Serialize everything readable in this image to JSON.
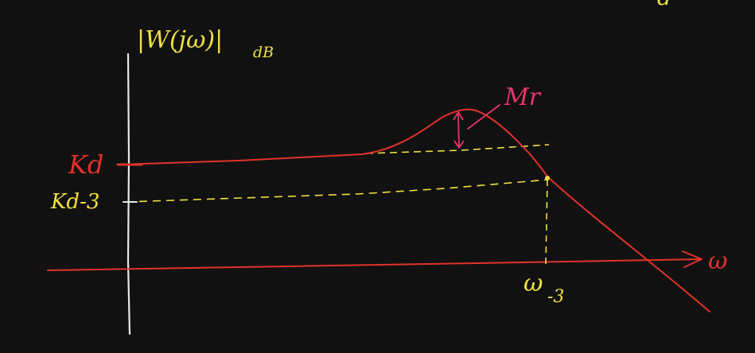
{
  "colors": {
    "background": "#111111",
    "axis": "#e8e8e8",
    "curve": "#e0322a",
    "guide": "#f0e040",
    "annotation": "#e8336a"
  },
  "labels": {
    "y_axis": "|W(jω)|",
    "y_axis_sub": "dB",
    "x_axis": "ω",
    "kd": "Kd",
    "kd_minus_3": "Kd-3",
    "mr": "Mr",
    "omega_3": "ω",
    "omega_3_sub": "-3",
    "corner_text": "d"
  }
}
